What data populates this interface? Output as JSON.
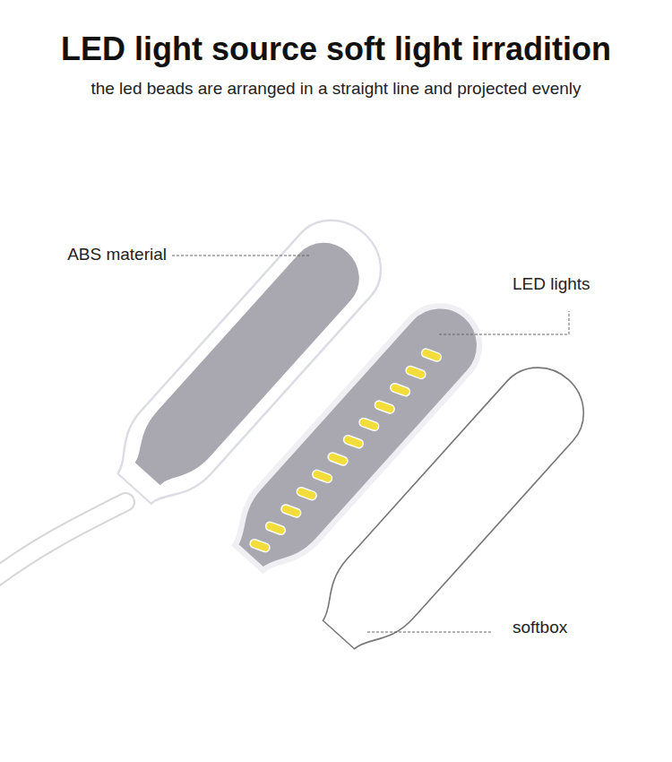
{
  "diagram": {
    "title": "LED light source soft light irradition",
    "labels": [
      "the led beads are arranged in a straight line and projected evenly",
      "ABS material",
      "LED lights",
      "softbox"
    ]
  }
}
